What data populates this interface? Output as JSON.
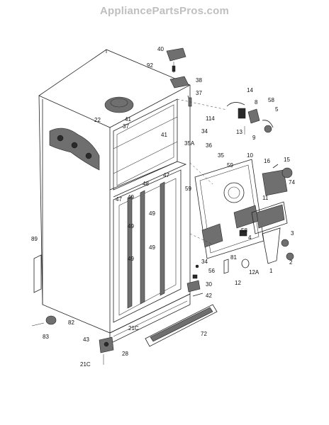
{
  "header": {
    "watermark": "AppliancePartsPros.com"
  },
  "callouts": [
    "40",
    "92",
    "38",
    "37",
    "14",
    "58",
    "8",
    "5",
    "13",
    "9",
    "22",
    "41",
    "37",
    "114",
    "34",
    "36",
    "35A",
    "35",
    "59",
    "41",
    "10",
    "16",
    "15",
    "74",
    "59",
    "47",
    "48",
    "49",
    "47",
    "49",
    "11",
    "49",
    "58",
    "4",
    "3",
    "2",
    "49",
    "81",
    "49",
    "34",
    "56",
    "30",
    "42",
    "12",
    "12A",
    "1",
    "89",
    "82",
    "83",
    "43",
    "28",
    "21C",
    "72",
    "21C"
  ]
}
